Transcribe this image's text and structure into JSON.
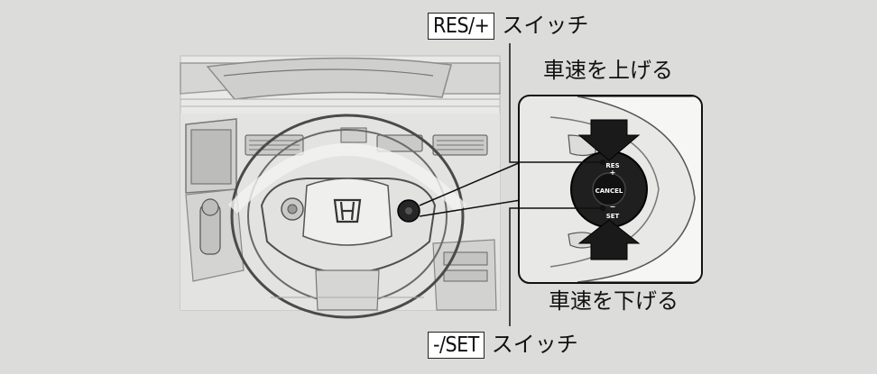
{
  "res_key": "RES/+",
  "res_suffix": "スイッチ",
  "set_key": "-/SET",
  "set_suffix": "スイッチ",
  "speed_up": "車速を上げる",
  "speed_down": "車速を下げる",
  "button_res": "RES",
  "button_plus": "+",
  "button_cancel": "CANCEL",
  "button_minus": "−",
  "button_set": "SET"
}
